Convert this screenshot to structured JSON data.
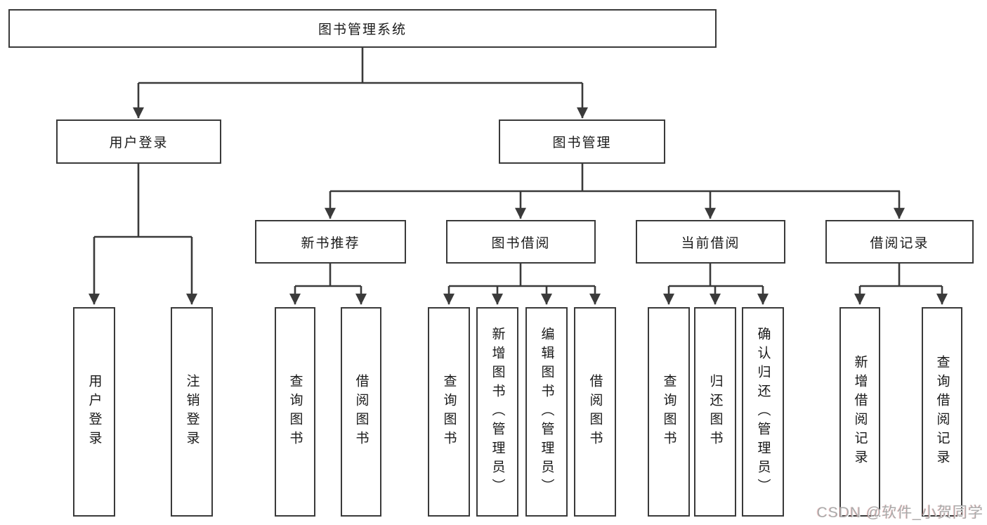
{
  "diagram": {
    "root": {
      "label": "图书管理系统"
    },
    "level2": [
      {
        "id": "user_login",
        "label": "用户登录"
      },
      {
        "id": "book_management",
        "label": "图书管理"
      }
    ],
    "level3": [
      {
        "id": "new_book_recommend",
        "label": "新书推荐"
      },
      {
        "id": "book_borrow",
        "label": "图书借阅"
      },
      {
        "id": "current_borrow",
        "label": "当前借阅"
      },
      {
        "id": "borrow_records",
        "label": "借阅记录"
      }
    ],
    "leaves": {
      "user_login": [
        "用户登录",
        "注销登录"
      ],
      "new_book_recommend": [
        "查询图书",
        "借阅图书"
      ],
      "book_borrow": [
        "查询图书",
        "新增图书（管理员）",
        "编辑图书（管理员）",
        "借阅图书"
      ],
      "current_borrow": [
        "查询图书",
        "归还图书",
        "确认归还（管理员）"
      ],
      "borrow_records": [
        "新增借阅记录",
        "查询借阅记录"
      ]
    }
  },
  "watermark": {
    "text": "CSDN @软件_小贺同学"
  },
  "colors": {
    "line": "#3a3a3a",
    "border": "#3a3a3a",
    "text": "#1a1a1a",
    "background": "#ffffff",
    "watermark": "#aaaaaa"
  }
}
